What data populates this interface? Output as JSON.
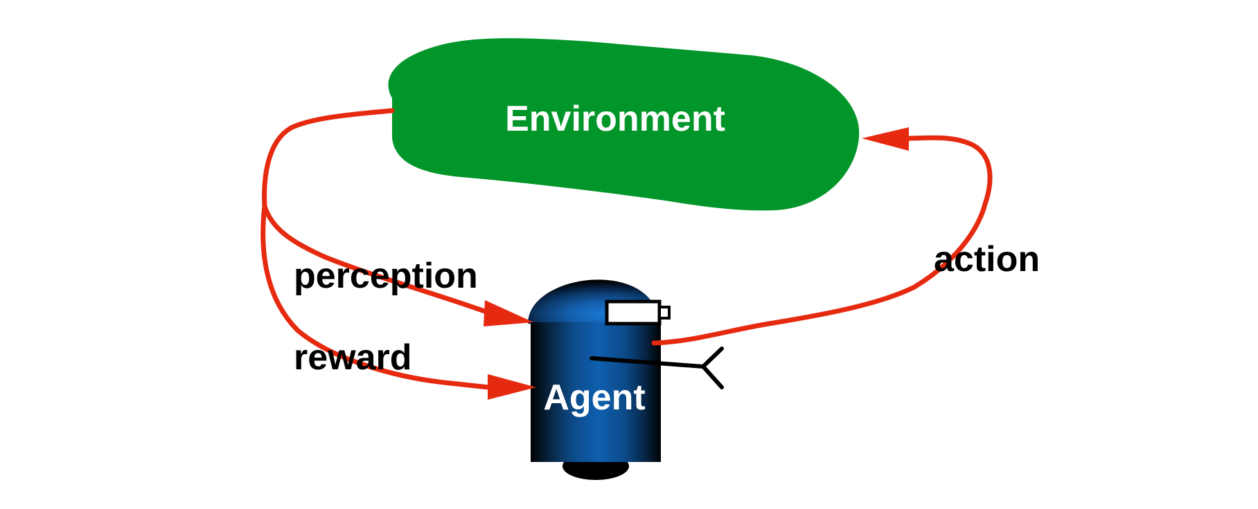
{
  "environment": {
    "label": "Environment",
    "color": "#02962a"
  },
  "agent": {
    "label": "Agent",
    "color": "#0f5fb0"
  },
  "edges": {
    "perception": "perception",
    "reward": "reward",
    "action": "action",
    "color": "#e62a10"
  }
}
